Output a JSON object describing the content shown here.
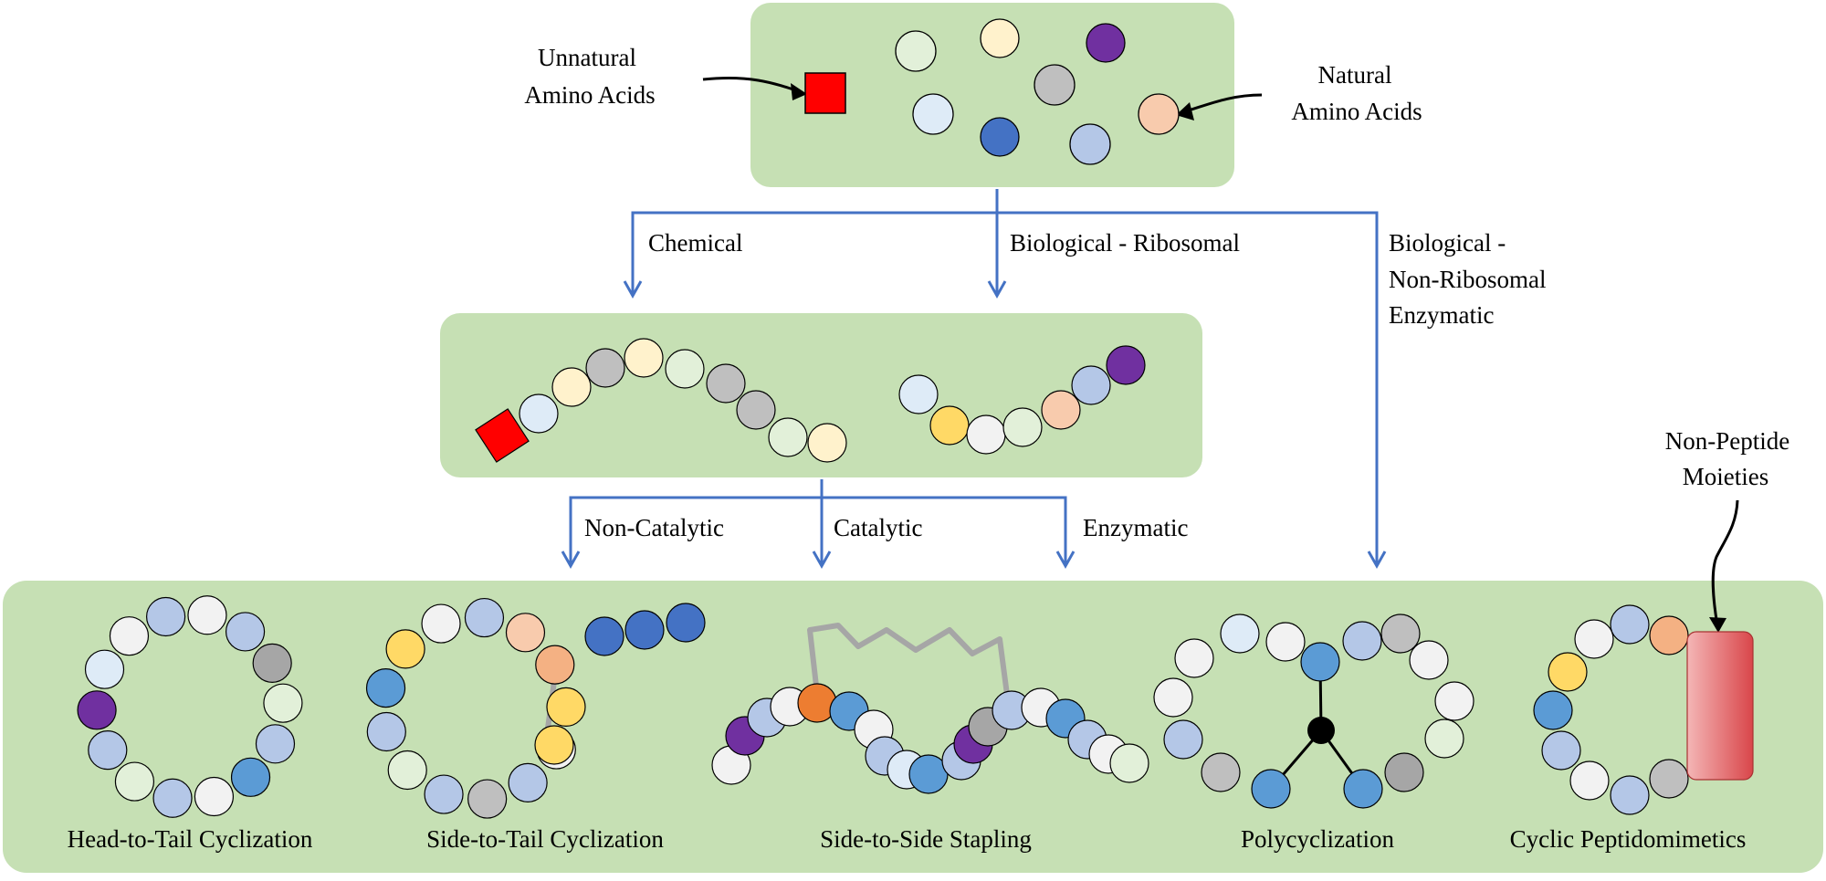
{
  "labels": {
    "unnatural_line1": "Unnatural",
    "unnatural_line2": "Amino Acids",
    "natural_line1": "Natural",
    "natural_line2": "Amino Acids",
    "chemical": "Chemical",
    "biological_ribosomal": "Biological - Ribosomal",
    "bio_nonribo_line1": "Biological -",
    "bio_nonribo_line2": "Non-Ribosomal",
    "bio_nonribo_line3": "Enzymatic",
    "non_catalytic": "Non-Catalytic",
    "catalytic": "Catalytic",
    "enzymatic": "Enzymatic",
    "non_peptide_line1": "Non-Peptide",
    "non_peptide_line2": "Moieties",
    "head_to_tail": "Head-to-Tail Cyclization",
    "side_to_tail": "Side-to-Tail Cyclization",
    "side_to_side": "Side-to-Side Stapling",
    "polycyclization": "Polycyclization",
    "cyclic_peptidomimetics": "Cyclic Peptidomimetics"
  },
  "colors": {
    "panel_fill": "#c6e0b4",
    "arrow_blue": "#4472c4",
    "unnatural_red": "#ff0000",
    "purple": "#7030a0",
    "dark_blue": "#4472c4",
    "mid_blue": "#5b9bd5",
    "light_blue": "#b4c7e7",
    "pale_blue": "#deebf7",
    "cream": "#fff2cc",
    "yellow": "#ffd966",
    "peach": "#f8cbad",
    "orange_peach": "#f4b183",
    "orange": "#ed7d31",
    "gray": "#bfbfbf",
    "dark_gray": "#a6a6a6",
    "pale_green": "#e2f0d9",
    "white_gray": "#f2f2f2",
    "linker_gray": "#a6a6a6",
    "moiety_red": "#e06666"
  }
}
